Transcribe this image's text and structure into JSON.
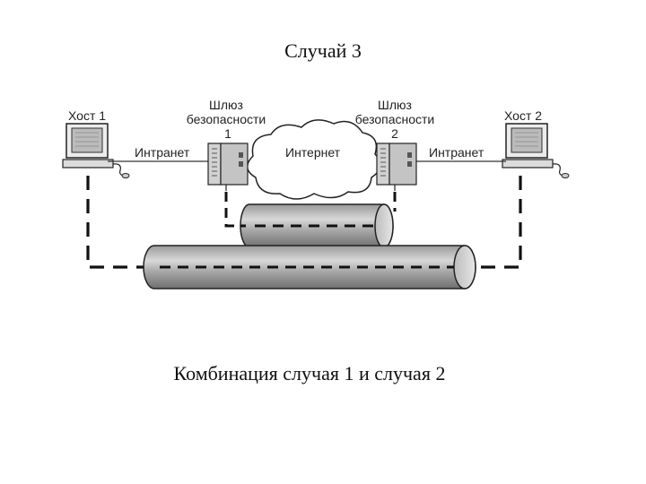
{
  "title": "Случай 3",
  "caption": "Комбинация случая 1 и случая 2",
  "diagram": {
    "host1": "Хост 1",
    "host2": "Хост 2",
    "gateway1": {
      "line1": "Шлюз",
      "line2": "безопасности",
      "num": "1"
    },
    "gateway2": {
      "line1": "Шлюз",
      "line2": "безопасности",
      "num": "2"
    },
    "intranet_left": "Интранет",
    "internet": "Интернет",
    "intranet_right": "Интранет"
  }
}
